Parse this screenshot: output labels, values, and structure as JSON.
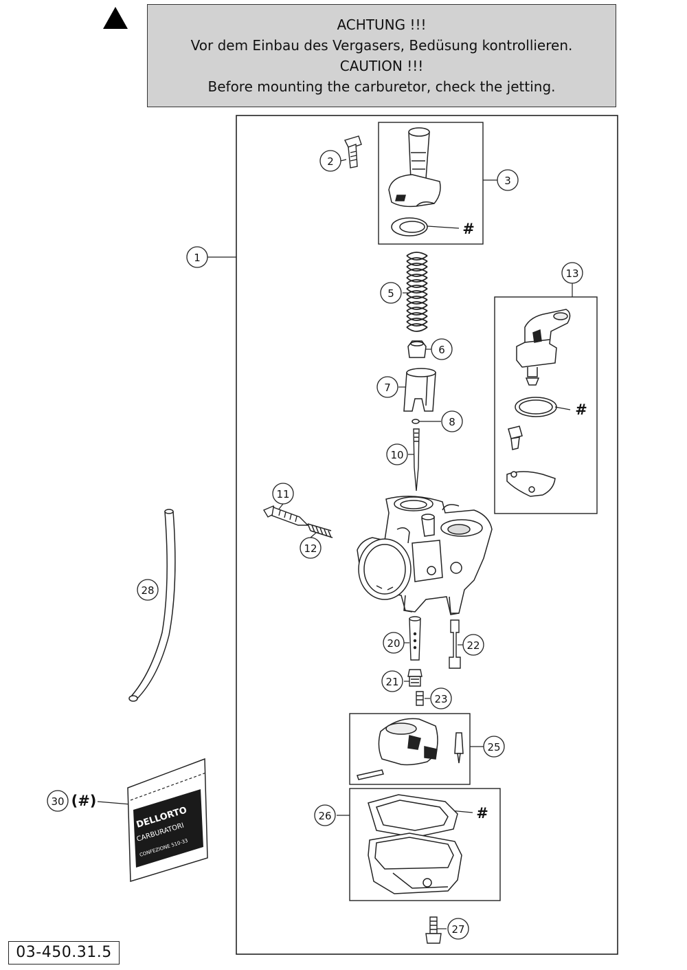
{
  "warning": {
    "line1": "ACHTUNG !!!",
    "line2": "Vor dem Einbau des Vergasers, Bedüsung kontrollieren.",
    "line3": "CAUTION !!!",
    "line4": "Before mounting the carburetor, check the jetting."
  },
  "callouts": {
    "c1": "1",
    "c2": "2",
    "c3": "3",
    "c5": "5",
    "c6": "6",
    "c7": "7",
    "c8": "8",
    "c10": "10",
    "c11": "11",
    "c12": "12",
    "c13": "13",
    "c20": "20",
    "c21": "21",
    "c22": "22",
    "c23": "23",
    "c25": "25",
    "c26": "26",
    "c27": "27",
    "c28": "28",
    "c30": "30"
  },
  "hash_mark": "#",
  "kit_note": "(#)",
  "bag_label": {
    "brand": "DELLORTO",
    "line2": "CARBURATORI",
    "line3": "CONFEZIONE 510-33"
  },
  "doc_number": "03-450.31.5"
}
